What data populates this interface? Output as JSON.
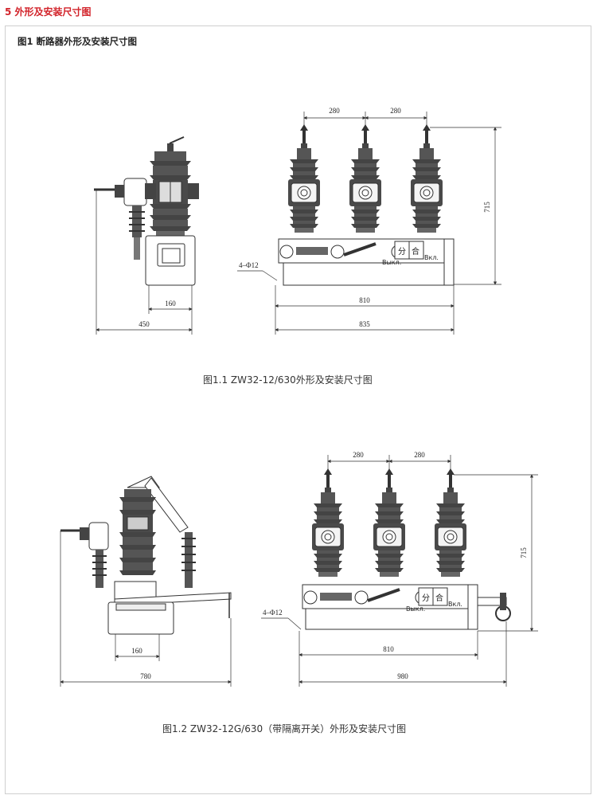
{
  "header": {
    "section_title": "5 外形及安装尺寸图"
  },
  "figure": {
    "heading": "图1 断路器外形及安装尺寸图"
  },
  "fig1": {
    "caption": "图1.1 ZW32-12/630外形及安装尺寸图",
    "dims": {
      "spacing_left": "280",
      "spacing_right": "280",
      "height": "715",
      "mount_holes": "4–Φ12",
      "base_side": "160",
      "overall_side": "450",
      "mount_span": "810",
      "overall_front": "835"
    },
    "labels": {
      "open": "分",
      "close": "合",
      "open_ru": "Выкл.",
      "close_ru": "Вкл."
    }
  },
  "fig2": {
    "caption": "图1.2 ZW32-12G/630（带隔离开关）外形及安装尺寸图",
    "dims": {
      "spacing_left": "280",
      "spacing_right": "280",
      "height": "715",
      "mount_holes": "4–Φ12",
      "base_side": "160",
      "overall_side": "780",
      "mount_span": "810",
      "overall_front": "980"
    },
    "labels": {
      "open": "分",
      "close": "合",
      "open_ru": "Выкл.",
      "close_ru": "Вкл."
    }
  }
}
